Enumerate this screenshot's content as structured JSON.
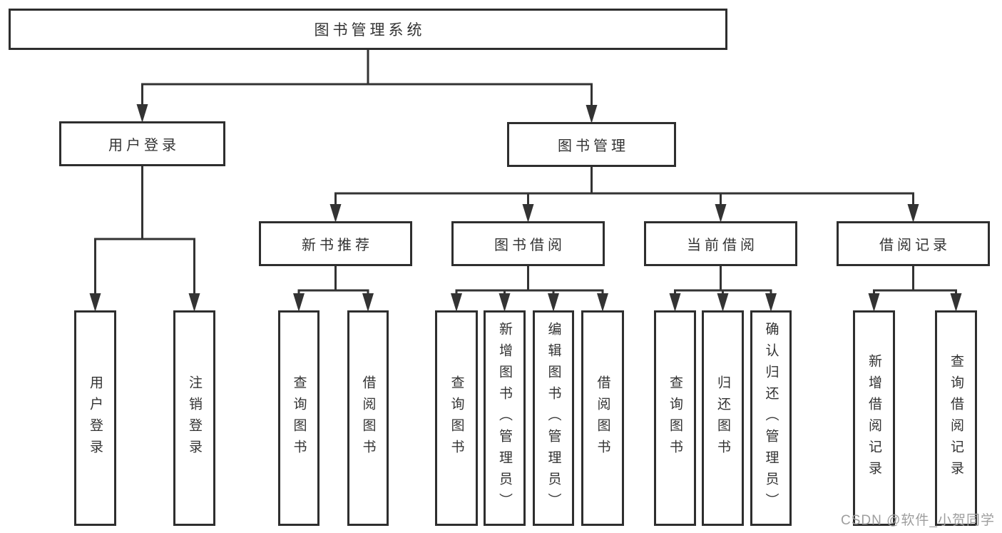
{
  "diagram": {
    "watermark": "CSDN @软件_小贺同学",
    "colors": {
      "background": "#ffffff",
      "line": "#333333",
      "box_border": "#2e2e2e",
      "box_fill": "#ffffff",
      "text": "#333333",
      "watermark": "#9e9e9e"
    },
    "nodes": [
      {
        "id": "root",
        "label": "图书管理系统"
      },
      {
        "id": "user-login",
        "label": "用户登录"
      },
      {
        "id": "book-mgmt",
        "label": "图书管理"
      },
      {
        "id": "new-book-rec",
        "label": "新书推荐"
      },
      {
        "id": "book-borrow",
        "label": "图书借阅"
      },
      {
        "id": "current-borrow",
        "label": "当前借阅"
      },
      {
        "id": "borrow-record",
        "label": "借阅记录"
      },
      {
        "id": "leaf-user-login",
        "label": "用户登录"
      },
      {
        "id": "leaf-logout",
        "label": "注销登录"
      },
      {
        "id": "rec-query-book",
        "label": "查询图书"
      },
      {
        "id": "rec-borrow-book",
        "label": "借阅图书"
      },
      {
        "id": "bb-query-book",
        "label": "查询图书"
      },
      {
        "id": "bb-add-book",
        "label": "新增图书（管理员）"
      },
      {
        "id": "bb-edit-book",
        "label": "编辑图书（管理员）"
      },
      {
        "id": "bb-borrow-book",
        "label": "借阅图书"
      },
      {
        "id": "cb-query-book",
        "label": "查询图书"
      },
      {
        "id": "cb-return-book",
        "label": "归还图书"
      },
      {
        "id": "cb-confirm-return",
        "label": "确认归还（管理员）"
      },
      {
        "id": "br-add-record",
        "label": "新增借阅记录"
      },
      {
        "id": "br-query-record",
        "label": "查询借阅记录"
      }
    ],
    "edges": [
      {
        "parent": "root",
        "children": [
          "user-login",
          "book-mgmt"
        ]
      },
      {
        "parent": "user-login",
        "children": [
          "leaf-user-login",
          "leaf-logout"
        ]
      },
      {
        "parent": "book-mgmt",
        "children": [
          "new-book-rec",
          "book-borrow",
          "current-borrow",
          "borrow-record"
        ]
      },
      {
        "parent": "new-book-rec",
        "children": [
          "rec-query-book",
          "rec-borrow-book"
        ]
      },
      {
        "parent": "book-borrow",
        "children": [
          "bb-query-book",
          "bb-add-book",
          "bb-edit-book",
          "bb-borrow-book"
        ]
      },
      {
        "parent": "current-borrow",
        "children": [
          "cb-query-book",
          "cb-return-book",
          "cb-confirm-return"
        ]
      },
      {
        "parent": "borrow-record",
        "children": [
          "br-add-record",
          "br-query-record"
        ]
      }
    ]
  }
}
